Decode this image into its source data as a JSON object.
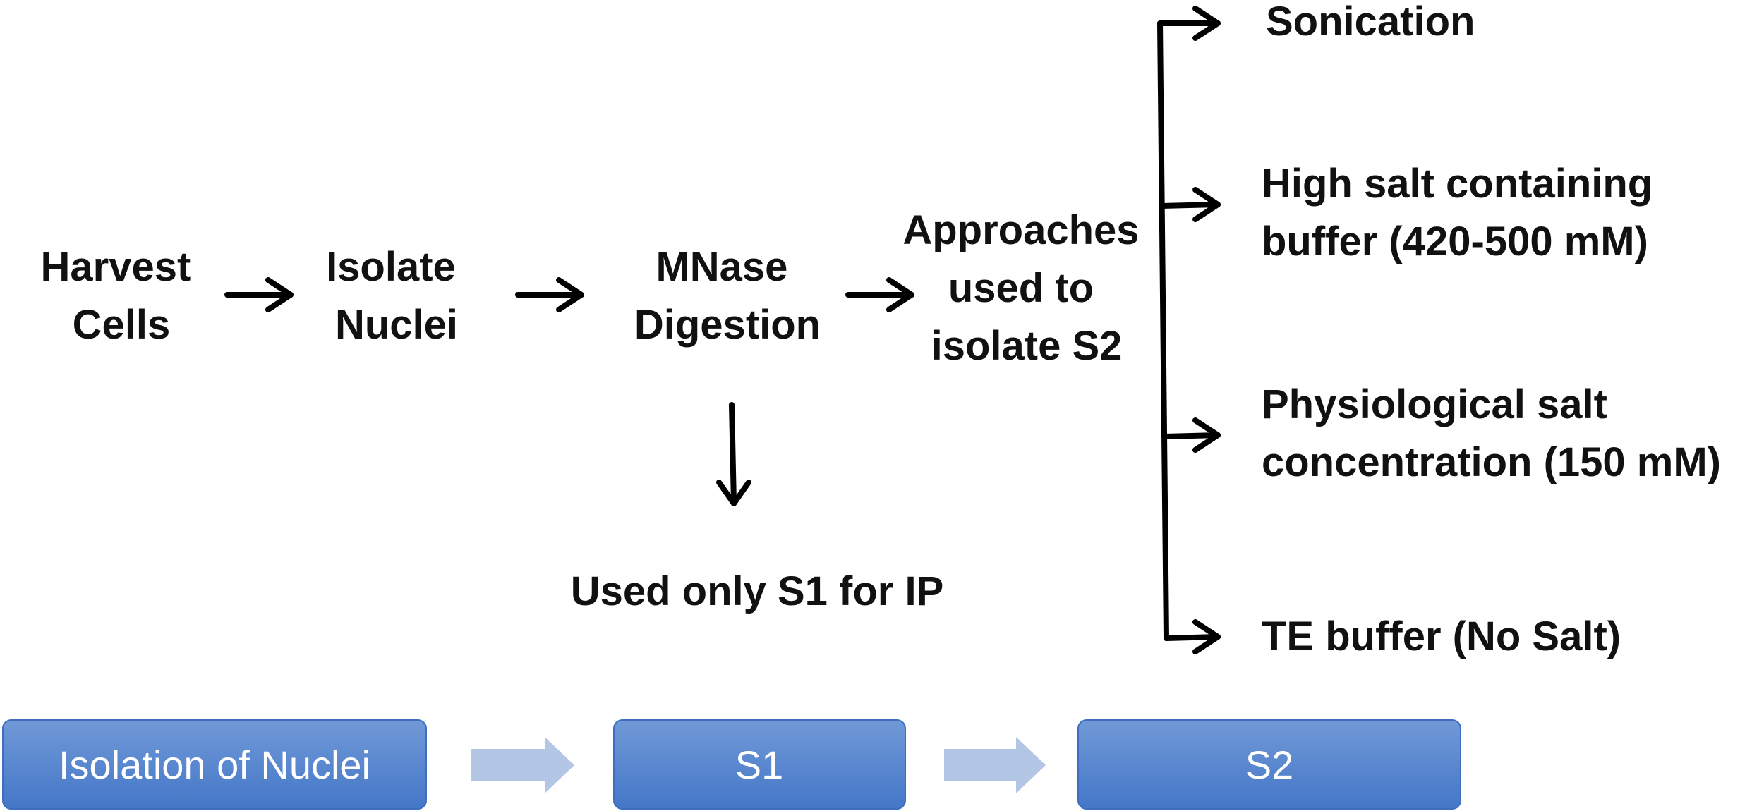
{
  "flow": {
    "harvest": [
      "Harvest",
      "Cells"
    ],
    "isolate": [
      "Isolate",
      "Nuclei"
    ],
    "mnase": [
      "MNase",
      "Digestion"
    ],
    "approaches": [
      "Approaches",
      "used to",
      "isolate S2"
    ],
    "s1_note": "Used only S1 for IP"
  },
  "branches": {
    "sonication": [
      "Sonication"
    ],
    "high_salt": [
      "High salt containing",
      "buffer (420-500 mM)"
    ],
    "physiological": [
      "Physiological salt",
      "concentration (150 mM)"
    ],
    "te_buffer": [
      "TE buffer (No Salt)"
    ]
  },
  "bottom_process": {
    "step1": "Isolation of Nuclei",
    "step2": "S1",
    "step3": "S2"
  },
  "colors": {
    "text": "#111111",
    "arrow": "#000000",
    "box_top": "#6f98d6",
    "box_bottom": "#4477c8",
    "box_border": "#3e6fbf",
    "chevron": "#b4c6e6"
  }
}
